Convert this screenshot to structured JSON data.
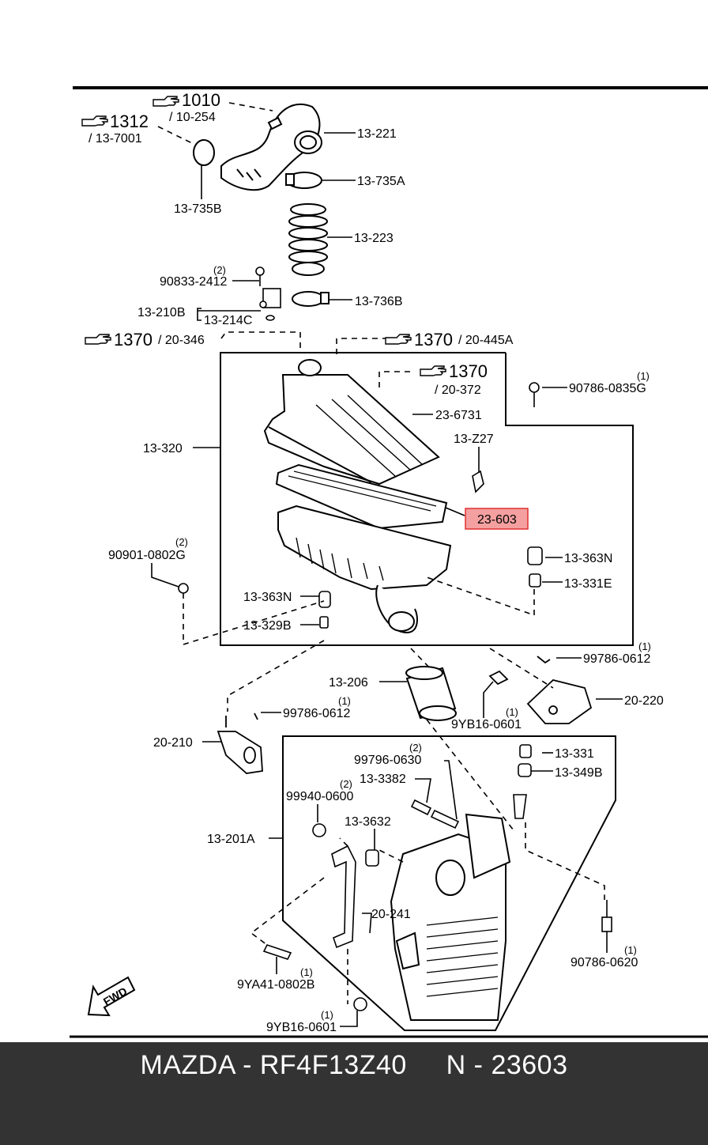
{
  "footer": {
    "brand": "MAZDA",
    "part_number": "RF4F13Z40",
    "ref_label": "N - 23603"
  },
  "labels": {
    "ref1010": "1010",
    "ref1010_sub": "/ 10-254",
    "ref1312": "1312",
    "ref1312_sub": "/ 13-7001",
    "p13_221": "13-221",
    "p13_735A": "13-735A",
    "p13_735B": "13-735B",
    "p13_223": "13-223",
    "p90833_qty": "(2)",
    "p90833": "90833-2412",
    "p13_210B": "13-210B",
    "p13_214C": "13-214C",
    "p13_736B": "13-736B",
    "ref1370a": "1370",
    "ref1370a_sub": "/ 20-346",
    "ref1370b": "1370",
    "ref1370b_sub": "/ 20-445A",
    "ref1370c": "1370",
    "ref1370c_sub": "/ 20-372",
    "p90786_0835G_qty": "(1)",
    "p90786_0835G": "90786-0835G",
    "p23_6731": "23-6731",
    "p13_320": "13-320",
    "p13_Z27": "13-Z27",
    "p23_603": "23-603",
    "p90901_qty": "(2)",
    "p90901": "90901-0802G",
    "p13_363N_r": "13-363N",
    "p13_331E": "13-331E",
    "p13_363N_l": "13-363N",
    "p13_329B": "13-329B",
    "p99786_0612_r_qty": "(1)",
    "p99786_0612_r": "99786-0612",
    "p13_206": "13-206",
    "p20_220": "20-220",
    "p9YB16_r_qty": "(1)",
    "p9YB16_r": "9YB16-0601",
    "p99786_0612_l_qty": "(1)",
    "p99786_0612_l": "99786-0612",
    "p20_210": "20-210",
    "p99796_qty": "(2)",
    "p99796": "99796-0630",
    "p13_331": "13-331",
    "p13_3382": "13-3382",
    "p13_349B": "13-349B",
    "p99940_qty": "(2)",
    "p99940": "99940-0600",
    "p13_3632": "13-3632",
    "p13_201A": "13-201A",
    "p20_241": "20-241",
    "p90786_0620_qty": "(1)",
    "p90786_0620": "90786-0620",
    "p9YA41_qty": "(1)",
    "p9YA41": "9YA41-0802B",
    "fwd": "FWD",
    "p9YB16_b_qty": "(1)",
    "p9YB16_b": "9YB16-0601"
  },
  "colors": {
    "highlight_fill": "#f4a0a0",
    "highlight_stroke": "#e03030",
    "footer_bg": "#333333"
  },
  "icons": {
    "ref_pointer": "pointing-hand-icon",
    "fwd": "forward-arrow-icon"
  }
}
